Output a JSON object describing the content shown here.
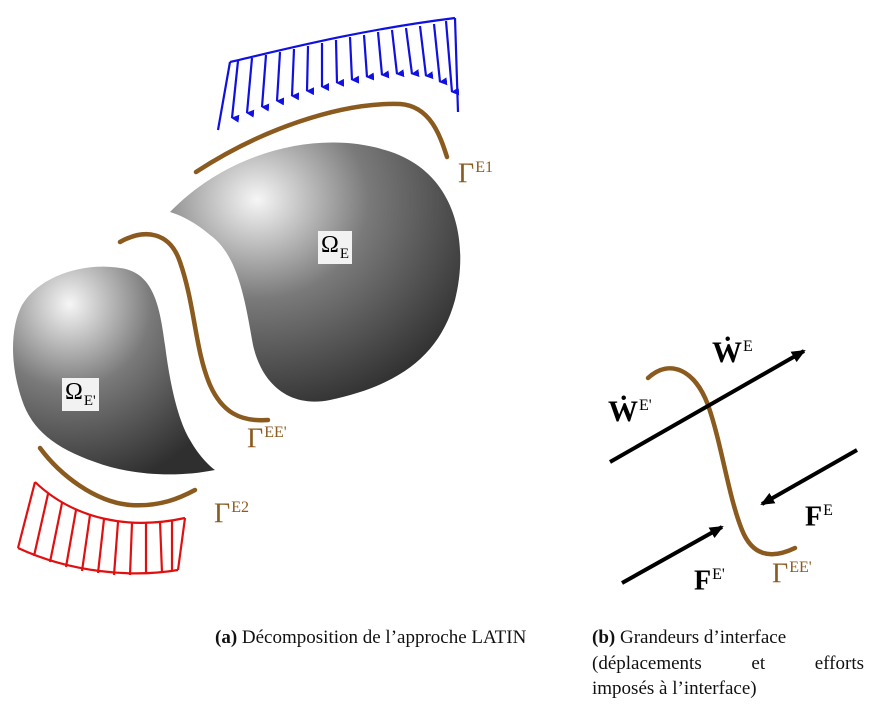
{
  "labels": {
    "omega_e": {
      "base": "Ω",
      "sub": "E"
    },
    "omega_ep": {
      "base": "Ω",
      "sub": "E'"
    },
    "gamma_e1": {
      "base": "Γ",
      "sup": "E1"
    },
    "gamma_e2": {
      "base": "Γ",
      "sup": "E2"
    },
    "gamma_eep_a": {
      "base": "Γ",
      "sup": "EE'"
    },
    "gamma_eep_b": {
      "base": "Γ",
      "sup": "EE'"
    },
    "w_e": {
      "base": "Ẇ",
      "sup": "E"
    },
    "w_ep": {
      "base": "Ẇ",
      "sup": "E'"
    },
    "f_e": {
      "base": "F",
      "sup": "E"
    },
    "f_ep": {
      "base": "F",
      "sup": "E'"
    }
  },
  "captions": {
    "a": {
      "tag": "(a)",
      "text_before": "Décomposition de l’approche ",
      "text_sc": "LATIN"
    },
    "b": {
      "tag": "(b)",
      "line1": "Grandeurs d’interface",
      "line2": "(déplacements et efforts",
      "line3": "imposés à l’interface)"
    }
  },
  "colors": {
    "interface": "#8a5a1e",
    "load_blue": "#1010e0",
    "load_red": "#e01010",
    "body_gradient": [
      "#f4f4f4",
      "#5a5a5a",
      "#2e2e2e"
    ],
    "arrows": "#000000"
  }
}
